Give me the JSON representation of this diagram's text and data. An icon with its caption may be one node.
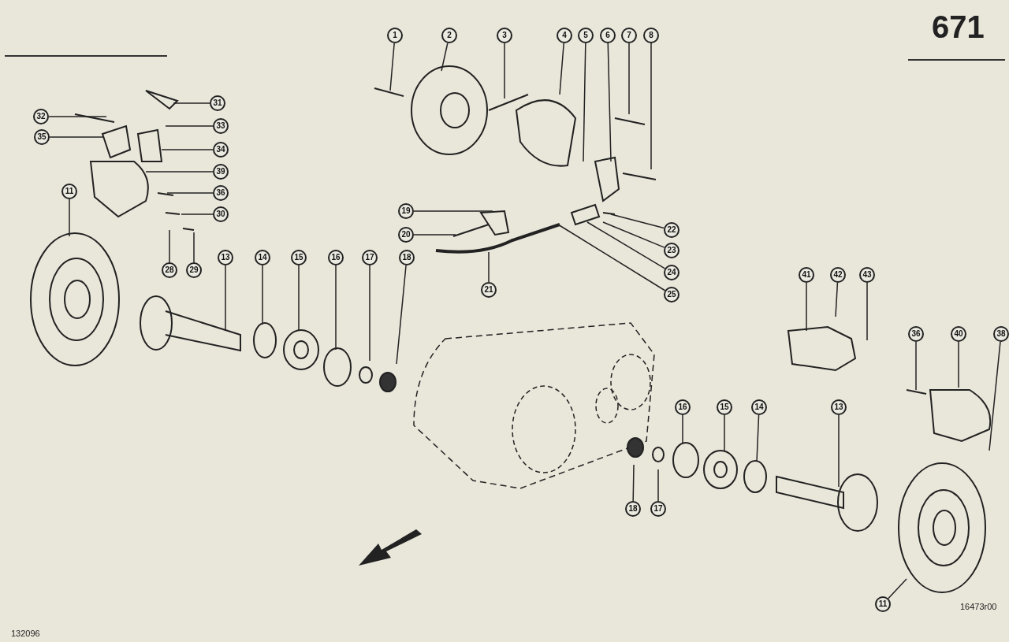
{
  "diagram": {
    "nodes": [
      {
        "text": [
          "1"
        ]
      },
      {
        "text": [
          "2"
        ]
      },
      {
        "text": [
          "3"
        ]
      },
      {
        "text": [
          "4"
        ]
      },
      {
        "text": [
          "5"
        ]
      },
      {
        "text": [
          "6"
        ]
      },
      {
        "text": [
          "7"
        ]
      },
      {
        "text": [
          "8"
        ]
      },
      {
        "text": [
          "31"
        ]
      },
      {
        "text": [
          "32"
        ]
      },
      {
        "text": [
          "33"
        ]
      },
      {
        "text": [
          "35"
        ]
      },
      {
        "text": [
          "34"
        ]
      },
      {
        "text": [
          "39"
        ]
      },
      {
        "text": [
          "36"
        ]
      },
      {
        "text": [
          "30"
        ]
      },
      {
        "text": [
          "11"
        ]
      },
      {
        "text": [
          "28"
        ]
      },
      {
        "text": [
          "29"
        ]
      },
      {
        "text": [
          "13"
        ]
      },
      {
        "text": [
          "14"
        ]
      },
      {
        "text": [
          "15"
        ]
      },
      {
        "text": [
          "16"
        ]
      },
      {
        "text": [
          "17"
        ]
      },
      {
        "text": [
          "18"
        ]
      },
      {
        "text": [
          "19"
        ]
      },
      {
        "text": [
          "20"
        ]
      },
      {
        "text": [
          "21"
        ]
      },
      {
        "text": [
          "22"
        ]
      },
      {
        "text": [
          "23"
        ]
      },
      {
        "text": [
          "24"
        ]
      },
      {
        "text": [
          "25"
        ]
      },
      {
        "text": [
          "41"
        ]
      },
      {
        "text": [
          "42"
        ]
      },
      {
        "text": [
          "43"
        ]
      },
      {
        "text": [
          "36"
        ]
      },
      {
        "text": [
          "40"
        ]
      },
      {
        "text": [
          "38"
        ]
      },
      {
        "text": [
          "16"
        ]
      },
      {
        "text": [
          "15"
        ]
      },
      {
        "text": [
          "14"
        ]
      },
      {
        "text": [
          "13"
        ]
      },
      {
        "text": [
          "18"
        ]
      },
      {
        "text": [
          "17"
        ]
      },
      {
        "text": [
          "11"
        ]
      }
    ],
    "edges": [
      {
        "from": 0,
        "to": null,
        "arrow": "none"
      },
      {
        "from": 1,
        "to": null,
        "arrow": "none"
      },
      {
        "from": 2,
        "to": null,
        "arrow": "none"
      },
      {
        "from": 3,
        "to": null,
        "arrow": "none"
      },
      {
        "from": 4,
        "to": null,
        "arrow": "none"
      },
      {
        "from": 5,
        "to": null,
        "arrow": "none"
      },
      {
        "from": 6,
        "to": null,
        "arrow": "none"
      },
      {
        "from": 7,
        "to": null,
        "arrow": "none"
      },
      {
        "from": 8,
        "to": null,
        "arrow": "none"
      },
      {
        "from": 9,
        "to": null,
        "arrow": "none"
      },
      {
        "from": 10,
        "to": null,
        "arrow": "none"
      },
      {
        "from": 11,
        "to": null,
        "arrow": "none"
      },
      {
        "from": 12,
        "to": null,
        "arrow": "none"
      },
      {
        "from": 13,
        "to": null,
        "arrow": "none"
      },
      {
        "from": 14,
        "to": null,
        "arrow": "none"
      },
      {
        "from": 15,
        "to": null,
        "arrow": "none"
      },
      {
        "from": 16,
        "to": null,
        "arrow": "none"
      },
      {
        "from": 17,
        "to": null,
        "arrow": "none"
      },
      {
        "from": 18,
        "to": null,
        "arrow": "none"
      },
      {
        "from": 19,
        "to": null,
        "arrow": "none"
      },
      {
        "from": 20,
        "to": null,
        "arrow": "none"
      },
      {
        "from": 21,
        "to": null,
        "arrow": "none"
      },
      {
        "from": 22,
        "to": null,
        "arrow": "none"
      },
      {
        "from": 23,
        "to": null,
        "arrow": "none"
      },
      {
        "from": 24,
        "to": null,
        "arrow": "none"
      },
      {
        "from": 25,
        "to": null,
        "arrow": "none"
      },
      {
        "from": 26,
        "to": null,
        "arrow": "none"
      },
      {
        "from": 27,
        "to": null,
        "arrow": "none"
      },
      {
        "from": 28,
        "to": null,
        "arrow": "none"
      },
      {
        "from": 29,
        "to": null,
        "arrow": "none"
      },
      {
        "from": 30,
        "to": null,
        "arrow": "none"
      },
      {
        "from": 31,
        "to": null,
        "arrow": "none"
      },
      {
        "from": 32,
        "to": null,
        "arrow": "none"
      },
      {
        "from": 33,
        "to": null,
        "arrow": "none"
      },
      {
        "from": 34,
        "to": null,
        "arrow": "none"
      },
      {
        "from": 35,
        "to": null,
        "arrow": "none"
      },
      {
        "from": 36,
        "to": null,
        "arrow": "none"
      },
      {
        "from": 37,
        "to": null,
        "arrow": "none"
      },
      {
        "from": 38,
        "to": null,
        "arrow": "none"
      },
      {
        "from": 39,
        "to": null,
        "arrow": "none"
      },
      {
        "from": 40,
        "to": null,
        "arrow": "none"
      },
      {
        "from": 41,
        "to": null,
        "arrow": "none"
      },
      {
        "from": 42,
        "to": null,
        "arrow": "none"
      },
      {
        "from": 43,
        "to": null,
        "arrow": "none"
      },
      {
        "from": 44,
        "to": null,
        "arrow": "none"
      }
    ],
    "labels": [
      "671",
      "132096",
      "16473r00"
    ]
  }
}
